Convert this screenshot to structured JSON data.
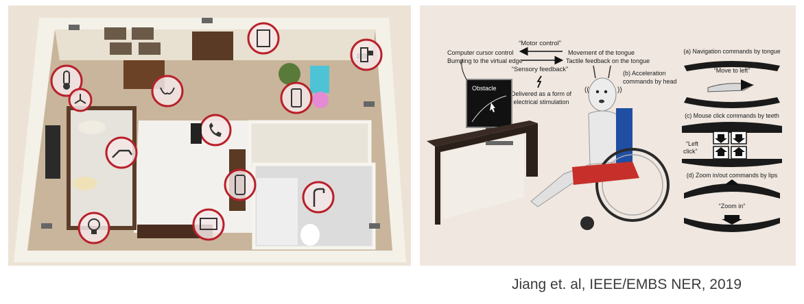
{
  "room": {
    "icons": [
      {
        "name": "thermostat-icon"
      },
      {
        "name": "fan-icon"
      },
      {
        "name": "hands-icon"
      },
      {
        "name": "door-icon"
      },
      {
        "name": "door-lock-icon"
      },
      {
        "name": "remote-control-icon"
      },
      {
        "name": "phone-call-icon"
      },
      {
        "name": "adjustable-bed-icon"
      },
      {
        "name": "tv-remote-icon"
      },
      {
        "name": "shower-icon"
      },
      {
        "name": "light-bulb-icon"
      },
      {
        "name": "television-icon"
      }
    ]
  },
  "bci": {
    "motor_control": "“Motor control”",
    "cursor_control": "Computer cursor control",
    "virtual_edge": "Bumping to the virtual edge",
    "tongue_movement": "Movement of the tongue",
    "tactile_feedback": "Tactile feedback on the tongue",
    "sensory_feedback": "“Sensory feedback”",
    "delivered_line1": "Delivered as a form of",
    "delivered_line2": "electrical stimulation",
    "obstacle": "Obstacle",
    "accel_line1": "(b) Acceleration",
    "accel_line2": "commands by head",
    "nav_title": "(a) Navigation commands by tongue",
    "move_left": "“Move to left”",
    "mouse_title": "(c) Mouse click commands by teeth",
    "left_click_line1": "“Left",
    "left_click_line2": "click”",
    "zoom_title": "(d) Zoom in/out commands by lips",
    "zoom_in": "“Zoom in”"
  },
  "citation": "Jiang et. al, IEEE/EMBS NER, 2019"
}
